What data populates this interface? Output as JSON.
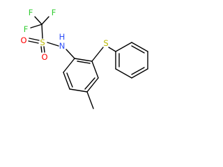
{
  "molecule": {
    "colors": {
      "bond": "#000000",
      "carbon": "#000000",
      "fluorine": "#33cc33",
      "oxygen": "#ff0000",
      "nitrogen": "#3050f8",
      "sulfur": "#b8b800",
      "hydrogen": "#3050f8"
    },
    "labels": {
      "f_top_left": "F",
      "f_top_right": "F",
      "f_left": "F",
      "s_sulfonyl": "S",
      "o_left": "O",
      "o_bottom": "O",
      "n_amine": "N",
      "h_amine": "H",
      "s_thioether": "S"
    }
  }
}
